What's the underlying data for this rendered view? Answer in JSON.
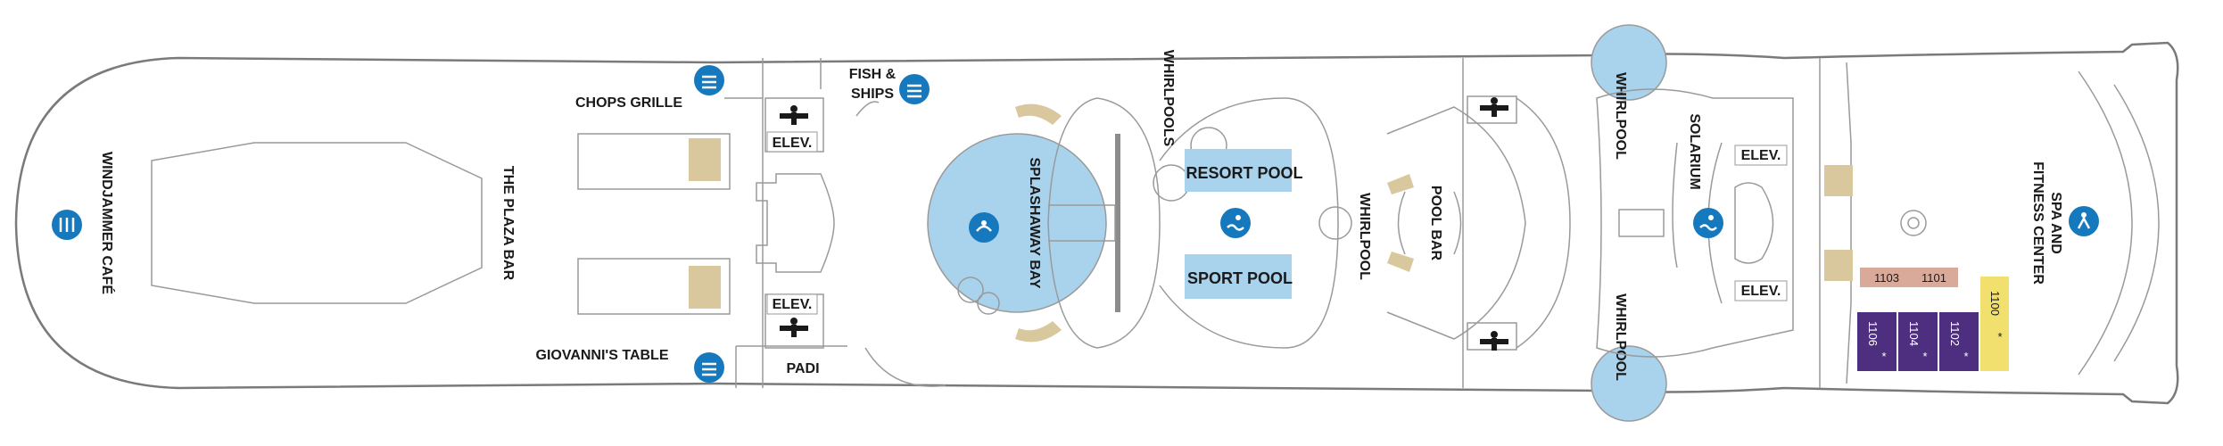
{
  "colors": {
    "hull_outline": "#7a7a7a",
    "interior_line": "#9a9a9a",
    "pool_blue": "#a9d2ec",
    "icon_blue": "#1679be",
    "stairs_tan": "#d9c79e",
    "cabin_pink": "#d9a99a",
    "cabin_purple": "#4e2f7f",
    "cabin_yellow": "#f2e06e"
  },
  "venues": {
    "windjammer": "WINDJAMMER CAFÉ",
    "plaza_bar": "THE PLAZA BAR",
    "chops": "CHOPS GRILLE",
    "giovannis": "GIOVANNI'S TABLE",
    "fish_ships_1": "FISH &",
    "fish_ships_2": "SHIPS",
    "padi": "PADI",
    "splashaway": "SPLASHAWAY BAY",
    "whirlpools": "WHIRLPOOLS",
    "resort_pool": "RESORT POOL",
    "sport_pool": "SPORT POOL",
    "whirlpool_mid": "WHIRLPOOL",
    "pool_bar": "POOL BAR",
    "whirlpool_top": "WHIRLPOOL",
    "whirlpool_bottom": "WHIRLPOOL",
    "solarium": "SOLARIUM",
    "spa_1": "SPA AND",
    "spa_2": "FITNESS CENTER"
  },
  "elevators": {
    "elev_1": "ELEV.",
    "elev_2": "ELEV.",
    "elev_3": "ELEV.",
    "elev_4": "ELEV."
  },
  "cabins": {
    "c1103": "1103",
    "c1101": "1101",
    "c1106": "1106",
    "c1104": "1104",
    "c1102": "1102",
    "c1100": "1100",
    "accessible_mark": "*"
  },
  "icons": [
    "dining-icon",
    "pool-swimmer-icon",
    "kids-splash-icon",
    "restroom-icon",
    "spa-fitness-icon"
  ]
}
